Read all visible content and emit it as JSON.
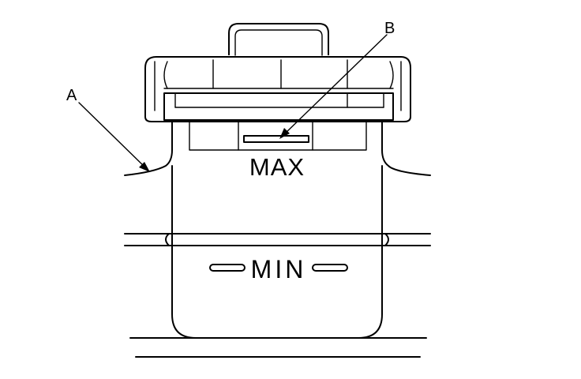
{
  "callouts": {
    "a": "A",
    "b": "B"
  },
  "markings": {
    "max": "MAX",
    "min": "MIN"
  },
  "colors": {
    "line": "#000000",
    "background": "#ffffff"
  }
}
